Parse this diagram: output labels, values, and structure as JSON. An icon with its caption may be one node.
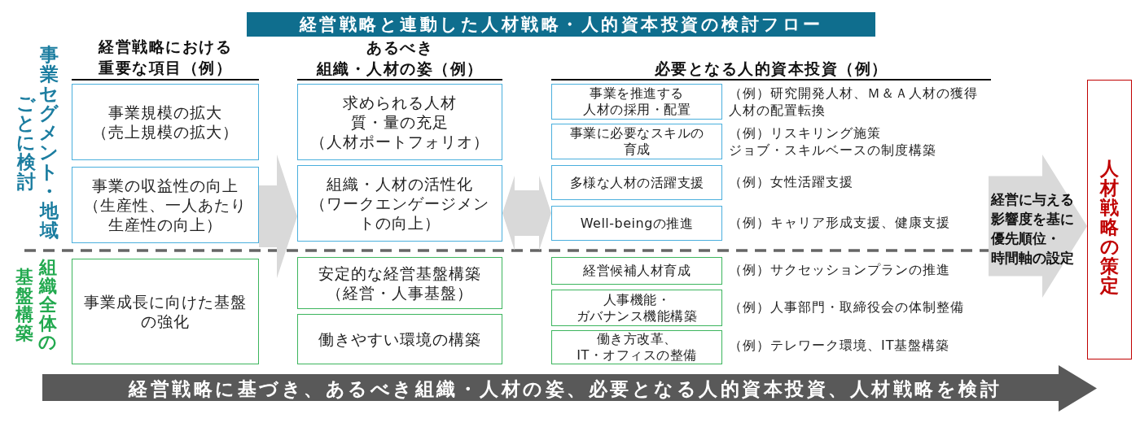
{
  "diagram": {
    "title": "経営戦略と連動した人材戦略・人的資本投資の検討フロー",
    "nodes": [
      {
        "text": [
          "事業規模の拡大（売上規模の拡大）"
        ]
      },
      {
        "text": [
          "事業の収益性の向上（生産性、一人あたり生産性の向上）"
        ]
      },
      {
        "text": [
          "事業成長に向けた基盤の強化"
        ]
      },
      {
        "text": [
          "求められる人材質・量の充足（人材ポートフォリオ）"
        ]
      },
      {
        "text": [
          "組織・人材の活性化（ワークエンゲージメントの向上）"
        ]
      },
      {
        "text": [
          "安定的な経営基盤構築（経営・人事基盤）"
        ]
      },
      {
        "text": [
          "働きやすい環境の構築"
        ]
      },
      {
        "text": [
          "事業を推進する人材の採用・配置"
        ],
        "beside": [
          "（例）研究開発人材、Ｍ＆Ａ人材の獲得",
          "人材の配置転換"
        ]
      },
      {
        "text": [
          "事業に必要なスキルの育成"
        ],
        "beside": [
          "（例）リスキリング施策",
          "ジョブ・スキルベースの制度構築"
        ]
      },
      {
        "text": [
          "多様な人材の活躍支援"
        ],
        "beside": [
          "（例）女性活躍支援"
        ]
      },
      {
        "text": [
          "Well-beingの推進"
        ],
        "beside": [
          "（例）キャリア形成支援、健康支援"
        ]
      },
      {
        "text": [
          "経営候補人材育成"
        ],
        "beside": [
          "（例）サクセッションプランの推進"
        ]
      },
      {
        "text": [
          "人事機能・ガバナンス機能構築"
        ],
        "beside": [
          "（例）人事部門・取締役会の体制整備"
        ]
      },
      {
        "text": [
          "働き方改革、IT・オフィスの整備"
        ],
        "beside": [
          "（例）テレワーク環境、IT基盤構築"
        ]
      },
      {
        "text": [
          "人材戦略の策定"
        ]
      },
      {
        "text": [
          "経営戦略に基づき、あるべき組織・人材の姿、必要となる人的資本投資、人材戦略を検討"
        ]
      }
    ],
    "edges": [
      {
        "from": 1,
        "to": 4,
        "arrow": "to"
      },
      {
        "from": 4,
        "to": 10,
        "arrow": "both"
      },
      {
        "from": null,
        "to": 14,
        "arrow": "to",
        "label": "経営に与える影響度を基に優先順位・時間軸の設定"
      }
    ],
    "labels": [
      "事業セグメント・地域ごとに検討",
      "組織全体の基盤構築",
      "経営戦略における重要な項目（例）",
      "あるべき組織・人材の姿（例）",
      "必要となる人的資本投資（例）"
    ]
  }
}
